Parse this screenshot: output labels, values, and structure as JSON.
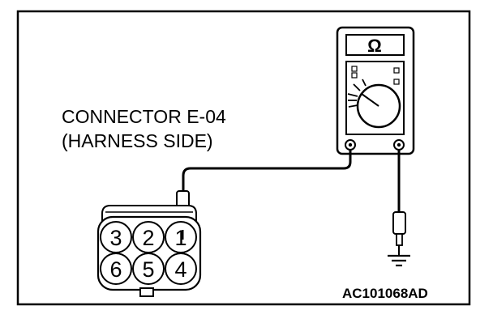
{
  "diagram": {
    "connector_label": "CONNECTOR E-04",
    "connector_side": "(HARNESS SIDE)",
    "meter_symbol": "Ω",
    "figure_code": "AC101068AD",
    "connector_pins": [
      {
        "number": "3"
      },
      {
        "number": "2"
      },
      {
        "number": "1"
      },
      {
        "number": "6"
      },
      {
        "number": "5"
      },
      {
        "number": "4"
      }
    ],
    "icons": {
      "meter": "ohmmeter-icon",
      "ground": "ground-symbol-icon",
      "probe": "test-probe-icon"
    },
    "colors": {
      "line": "#000000",
      "background": "#ffffff"
    }
  }
}
